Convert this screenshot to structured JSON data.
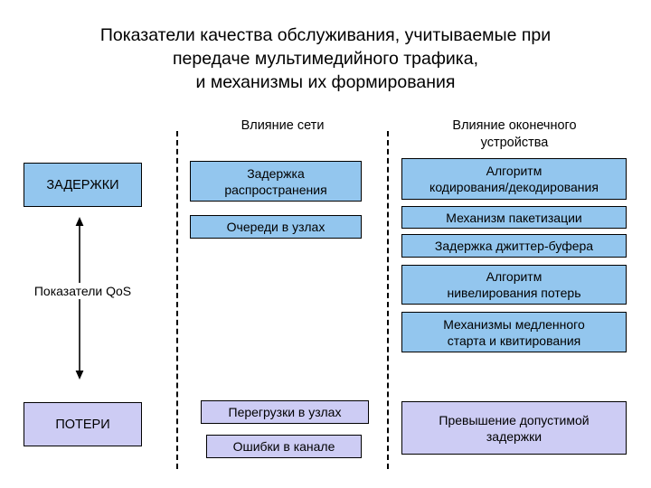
{
  "slide": {
    "title": "Показатели качества обслуживания, учитываемые при\nпередаче мультимедийного трафика,\nи механизмы их формирования",
    "background_color": "#ffffff"
  },
  "colors": {
    "box_blue": "#93c6ee",
    "box_lavender": "#cdccf4",
    "border": "#000000",
    "text": "#000000"
  },
  "columns": {
    "network_header": "Влияние сети",
    "terminal_header": "Влияние оконечного\nустройства"
  },
  "qos": {
    "label": "Показатели QoS",
    "arrow_icon": "double-headed-vertical-arrow"
  },
  "left_column": {
    "delays_box": "ЗАДЕРЖКИ",
    "losses_box": "ПОТЕРИ"
  },
  "network_column": {
    "delay_items": [
      "Задержка\nраспространения",
      "Очереди в узлах"
    ],
    "loss_items": [
      "Перегрузки в узлах",
      "Ошибки в канале"
    ]
  },
  "terminal_column": {
    "delay_items": [
      "Алгоритм\nкодирования/декодирования",
      "Механизм пакетизации",
      "Задержка джиттер-буфера",
      "Алгоритм\nнивелирования потерь",
      "Механизмы медленного\nстарта и квитирования"
    ],
    "loss_items": [
      "Превышение допустимой\nзадержки"
    ]
  }
}
